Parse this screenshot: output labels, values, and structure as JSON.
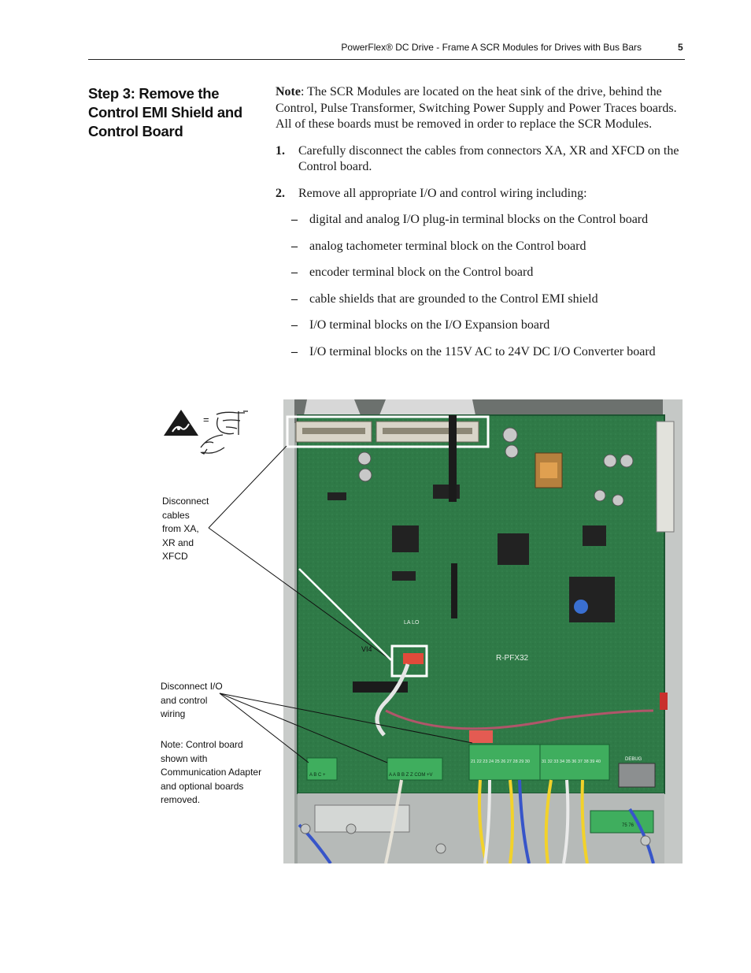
{
  "header": {
    "title": "PowerFlex® DC Drive - Frame A SCR Modules for Drives with Bus Bars",
    "page_number": "5"
  },
  "step": {
    "heading": "Step 3:    Remove the Control EMI Shield and Control Board"
  },
  "note": {
    "label": "Note",
    "text": ": The SCR Modules are located on the heat sink of the drive, behind the Control, Pulse Transformer, Switching Power Supply and Power Traces boards. All of these boards must be removed in order to replace the SCR Modules."
  },
  "steps": [
    {
      "num": "1.",
      "text": "Carefully disconnect the cables from connectors XA, XR and XFCD on the Control board."
    },
    {
      "num": "2.",
      "text": "Remove all appropriate I/O and control wiring including:"
    }
  ],
  "bullets": [
    "digital and analog I/O plug-in terminal blocks on the Control board",
    "analog tachometer terminal block on the Control board",
    "encoder terminal block on the Control board",
    "cable shields that are grounded to the Control EMI shield",
    "I/O terminal blocks on the I/O Expansion board",
    "I/O terminal blocks on the 115V AC to 24V DC I/O Converter board"
  ],
  "bullet_marker": "–",
  "figure": {
    "esd_equals": "=",
    "callouts": {
      "cables": "Disconnect cables from XA, XR and XFCD",
      "io_wiring": "Disconnect I/O and control wiring",
      "board_note": "Note: Control board shown with Communication Adapter and optional boards removed."
    },
    "board_labels": {
      "part_number": "R-PFX32",
      "connector_vi4": "VI4",
      "connector_la_lo": "LA LO",
      "debug": "DEBUG",
      "tb1_pins": "A B C +",
      "tb2_pins": "A A B B Z Z COM +V",
      "tb3_pins": "21 22 23 24 25 26 27 28 29 30",
      "tb4_pins": "31 32 33 34 35 36 37 38 39 40",
      "tb5_pins": "75 76"
    }
  },
  "colors": {
    "pcb_green": "#2f7a47",
    "pcb_dark": "#1d5532",
    "terminal_green": "#3fae5e",
    "highlight": "#ffffff"
  }
}
